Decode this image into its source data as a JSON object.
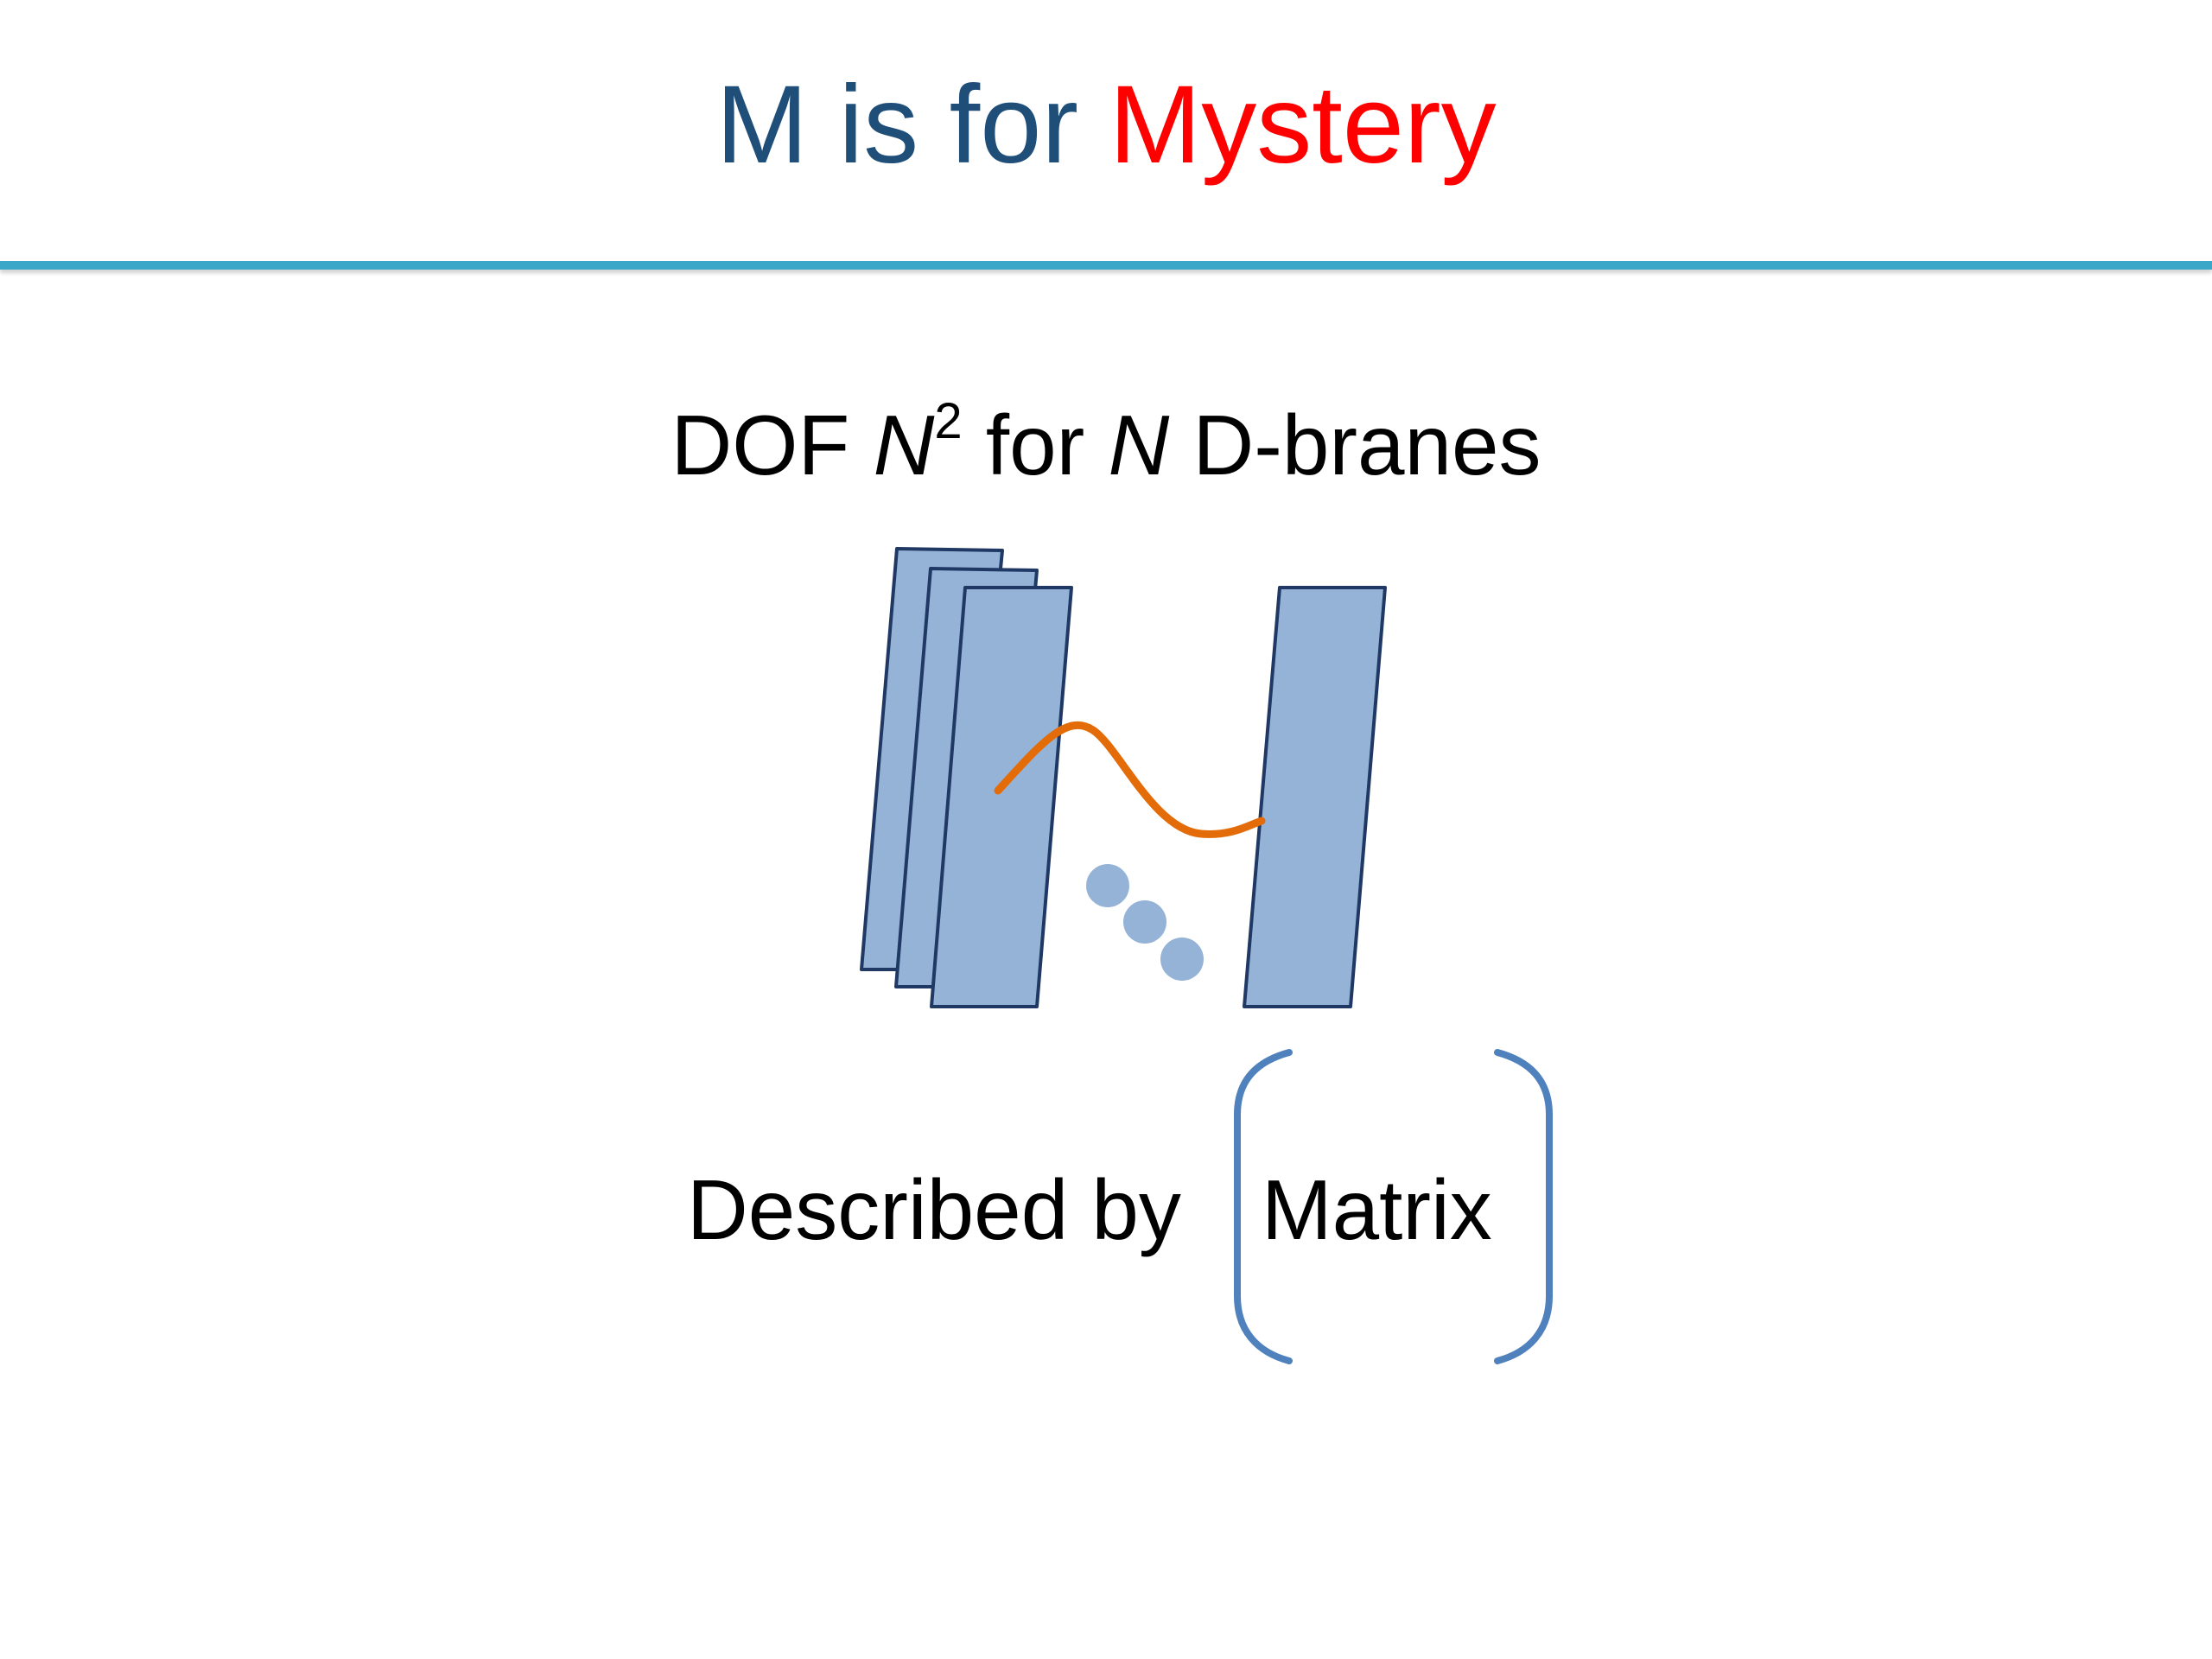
{
  "slide": {
    "title_main": "M is for ",
    "title_accent": "Mystery",
    "dof_prefix": "DOF ",
    "dof_n1": "N",
    "dof_sup": "2",
    "dof_mid": " for ",
    "dof_n2": "N",
    "dof_suffix": " D-branes",
    "described_label": "Described by",
    "matrix_label": "Matrix"
  },
  "colors": {
    "title": "#1f4e79",
    "accent": "#ff0000",
    "rule": "#3aa7c8",
    "brane_fill": "#95b3d7",
    "brane_stroke": "#1f3864",
    "string": "#e36c09",
    "bracket": "#4f81bd"
  }
}
